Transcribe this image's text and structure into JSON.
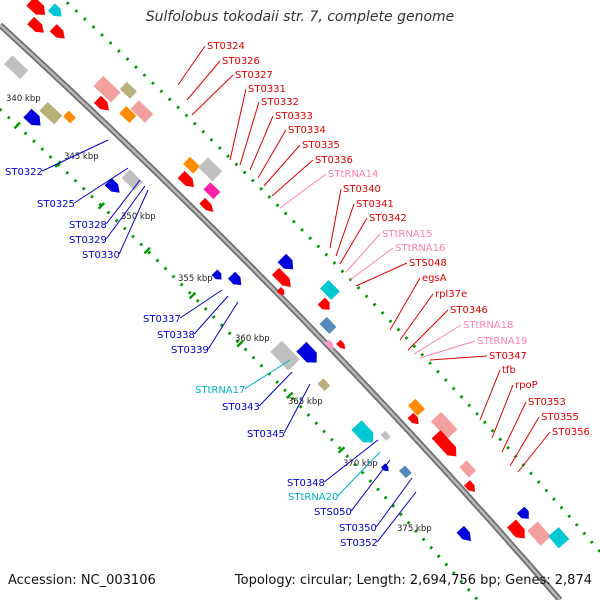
{
  "title": "Sulfolobus tokodaii str. 7, complete genome",
  "footer": {
    "accession": "Accession: NC_003106",
    "summary": "Topology: circular; Length: 2,694,756 bp; Genes: 2,874"
  },
  "colors": {
    "cds": "#ff0000",
    "cds_light": "#f4a0a0",
    "trna": "#ff99cc",
    "rrna_cyan": "#00c8d2",
    "blue": "#0000dd",
    "orange": "#ff8c00",
    "olive": "#b7b07a",
    "gray": "#c0c0c0",
    "magenta": "#ff22aa",
    "steel": "#5588bb",
    "backbone": "#888888",
    "tick": "#009900"
  },
  "kbp_ticks": [
    "340 kbp",
    "345 kbp",
    "350 kbp",
    "355 kbp",
    "360 kbp",
    "365 kbp",
    "370 kbp",
    "375 kbp"
  ],
  "labels_right": [
    "ST0324",
    "ST0326",
    "ST0327",
    "ST0331",
    "ST0332",
    "ST0333",
    "ST0334",
    "ST0335",
    "ST0336",
    "STtRNA14",
    "ST0340",
    "ST0341",
    "ST0342",
    "STtRNA15",
    "STtRNA16",
    "STS048",
    "egsA",
    "rpl37e",
    "ST0346",
    "STtRNA18",
    "STtRNA19",
    "ST0347",
    "tfb",
    "rpoP",
    "ST0353",
    "ST0355",
    "ST0356"
  ],
  "labels_left": [
    "ST0322",
    "ST0325",
    "ST0328",
    "ST0329",
    "ST0330",
    "ST0337",
    "ST0338",
    "ST0339",
    "STtRNA17",
    "ST0343",
    "ST0345",
    "ST0348",
    "STtRNA20",
    "STS050",
    "ST0350",
    "ST0352"
  ]
}
